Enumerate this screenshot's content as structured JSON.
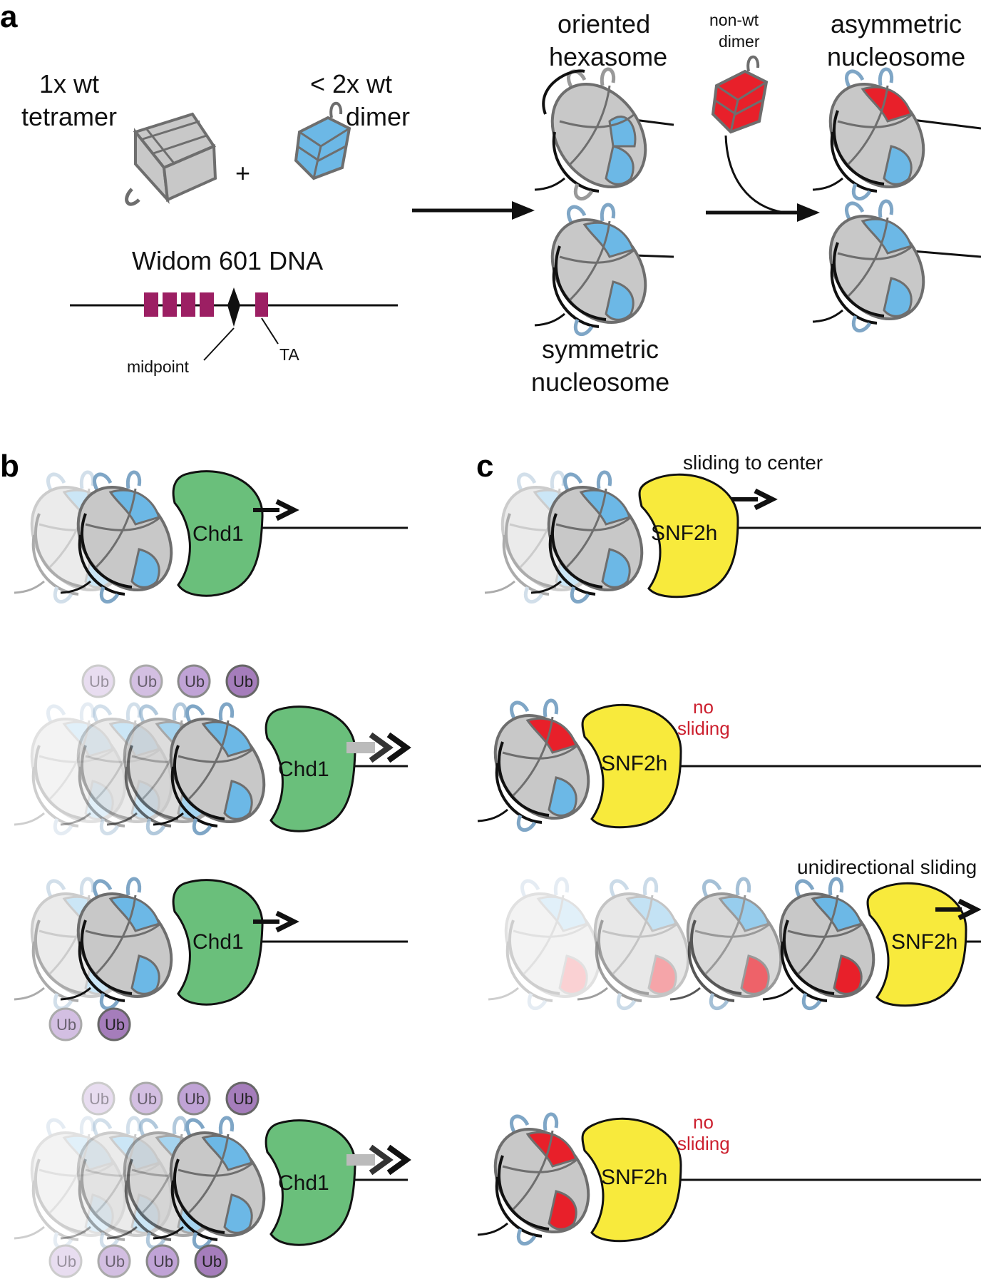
{
  "panels": {
    "a": "a",
    "b": "b",
    "c": "c"
  },
  "panel_a": {
    "tetramer_label_line1": "1x wt",
    "tetramer_label_line2": "tetramer",
    "plus": "+",
    "dimer_label_line1": "< 2x wt",
    "dimer_label_line2": "dimer",
    "dna_title": "Widom 601 DNA",
    "midpoint_label": "midpoint",
    "ta_label": "TA",
    "hexasome_label_line1": "oriented",
    "hexasome_label_line2": "hexasome",
    "symmetric_label_line1": "symmetric",
    "symmetric_label_line2": "nucleosome",
    "nonwt_label_line1": "non-wt",
    "nonwt_label_line2": "dimer",
    "asymmetric_label_line1": "asymmetric",
    "asymmetric_label_line2": "nucleosome"
  },
  "panel_b": {
    "enzyme": "Chd1",
    "ubiquitin": "Ub"
  },
  "panel_c": {
    "enzyme": "SNF2h",
    "sliding_to_center": "sliding to center",
    "no_sliding_line1": "no",
    "no_sliding_line2": "sliding",
    "unidirectional": "unidirectional sliding"
  },
  "colors": {
    "histone_gray": "#c8c8c8",
    "histone_outline": "#6e6e6e",
    "wt_dimer_blue": "#6cb8e6",
    "non_wt_dimer_red": "#e8202a",
    "dna_site_magenta": "#9c1f63",
    "chd1_green": "#6abf7b",
    "snf2h_yellow": "#f8ea3c",
    "ubiquitin_purple": "#a57dbb",
    "no_sliding_red": "#cc1f2e"
  },
  "icons": [
    "nucleosome-icon",
    "hexasome-icon",
    "tetramer-icon",
    "dimer-icon",
    "ubiquitin-icon",
    "arrow-icon"
  ]
}
